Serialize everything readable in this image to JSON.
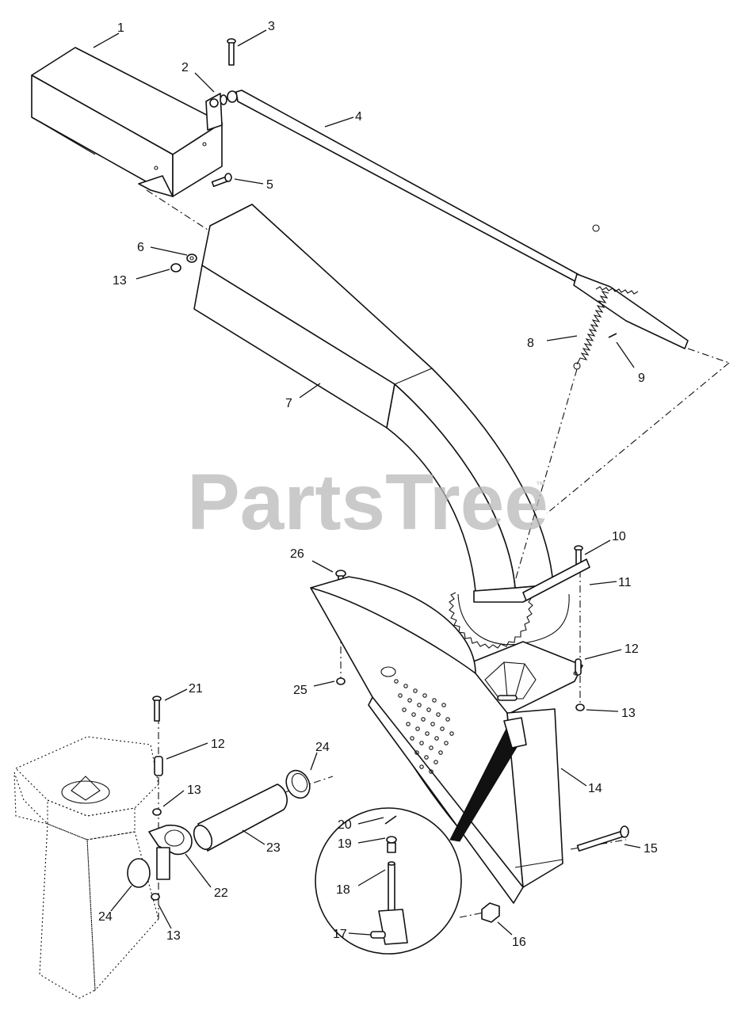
{
  "watermark": {
    "brand": "PartsTree",
    "trademark": "™"
  },
  "callouts": [
    "1",
    "2",
    "3",
    "4",
    "5",
    "6",
    "13",
    "7",
    "8",
    "9",
    "10",
    "11",
    "26",
    "12",
    "25",
    "13",
    "21",
    "12",
    "24",
    "13",
    "14",
    "23",
    "22",
    "24",
    "13",
    "20",
    "19",
    "18",
    "15",
    "16",
    "17"
  ],
  "colors": {
    "line": "#111111",
    "watermark": "#b9b9b9"
  }
}
